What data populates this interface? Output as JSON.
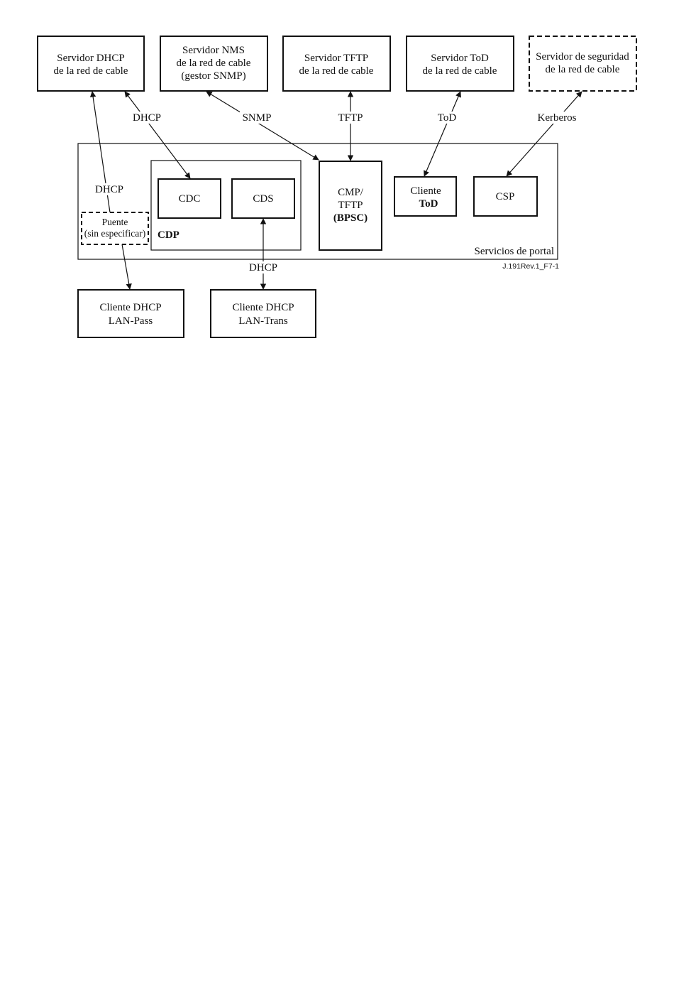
{
  "servers": {
    "dhcp": [
      "Servidor DHCP",
      "de la red de cable"
    ],
    "nms": [
      "Servidor NMS",
      "de la red de cable",
      "(gestor SNMP)"
    ],
    "tftp": [
      "Servidor TFTP",
      "de la red de cable"
    ],
    "tod": [
      "Servidor ToD",
      "de la red de cable"
    ],
    "security": [
      "Servidor de seguridad",
      "de la red de cable"
    ]
  },
  "protocols": {
    "dhcp_top": "DHCP",
    "snmp": "SNMP",
    "tftp": "TFTP",
    "tod": "ToD",
    "kerberos": "Kerberos",
    "dhcp_left": "DHCP",
    "dhcp_bottom": "DHCP"
  },
  "portal": {
    "label": "Servicios de portal",
    "cdc": "CDC",
    "cds": "CDS",
    "cdp": "CDP",
    "bridge": [
      "Puente",
      "(sin especificar)"
    ],
    "cmp": [
      "CMP/",
      "TFTP",
      "(BPSC)"
    ],
    "tod_client": [
      "Cliente",
      "ToD"
    ],
    "csp": "CSP"
  },
  "clients": {
    "lan_pass": [
      "Cliente DHCP",
      "LAN-Pass"
    ],
    "lan_trans": [
      "Cliente DHCP",
      "LAN-Trans"
    ]
  },
  "figure_id": "J.191Rev.1_F7-1"
}
